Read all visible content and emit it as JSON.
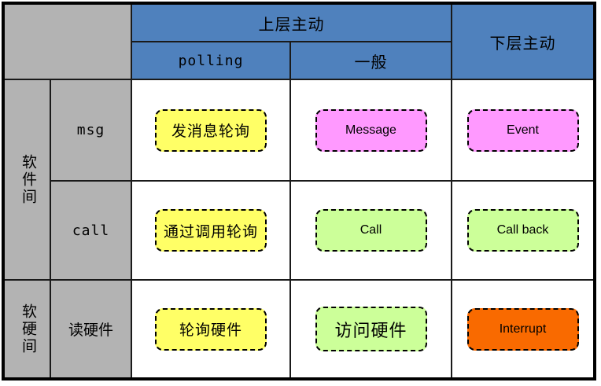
{
  "header": {
    "upper_active": "上层主动",
    "lower_active": "下层主动",
    "sub_polling": "polling",
    "sub_general": "一般"
  },
  "row_groups": {
    "software": "软件间",
    "software_hardware": "软硬间"
  },
  "row_labels": {
    "msg": "msg",
    "call": "call",
    "read_hardware": "读硬件"
  },
  "body_rows": [
    {
      "group": "软件间",
      "label": "msg",
      "cells": [
        {
          "text": "发消息轮询",
          "color": "#FFFF66"
        },
        {
          "text": "Message",
          "color": "#FF99FF"
        },
        {
          "text": "Event",
          "color": "#FF99FF"
        }
      ]
    },
    {
      "group": "软件间",
      "label": "call",
      "cells": [
        {
          "text": "通过调用轮询",
          "color": "#FFFF66"
        },
        {
          "text": "Call",
          "color": "#CCFF99"
        },
        {
          "text": "Call back",
          "color": "#CCFF99"
        }
      ]
    },
    {
      "group": "软硬间",
      "label": "读硬件",
      "cells": [
        {
          "text": "轮询硬件",
          "color": "#FFFF66"
        },
        {
          "text": "访问硬件",
          "color": "#CCFF99"
        },
        {
          "text": "Interrupt",
          "color": "#F96A00"
        }
      ]
    }
  ],
  "colors": {
    "header_blue": "#4F81BD",
    "label_gray": "#B3B3B3",
    "box_yellow": "#FFFF66",
    "box_pink": "#FF99FF",
    "box_green": "#CCFF99",
    "box_orange": "#F96A00",
    "grid_line": "#1A1A1A",
    "outer_border": "#000000",
    "cell_white": "#FFFFFF"
  }
}
